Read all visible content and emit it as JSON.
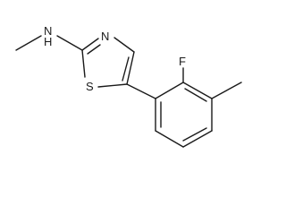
{
  "molecule": {
    "atom_labels": {
      "amine": "N",
      "amine_h": "H",
      "thiazole_n": "N",
      "thiazole_s": "S",
      "fluorine": "F"
    }
  }
}
